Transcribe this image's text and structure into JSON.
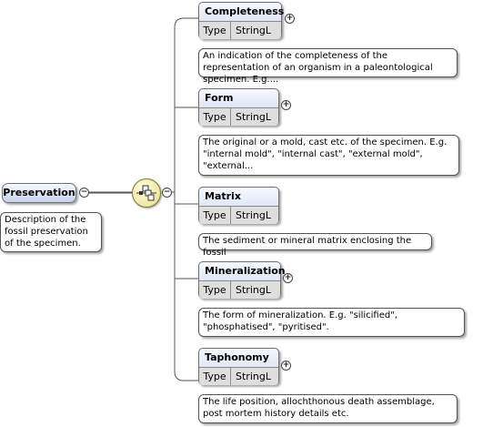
{
  "root": {
    "name": "Preservation",
    "description": "Description of the fossil preservation of the specimen."
  },
  "type_label": "Type",
  "children": [
    {
      "name": "Completeness",
      "type": "StringL",
      "description": "An indication of the completeness of the representation of an organism in a paleontological specimen. E.g...."
    },
    {
      "name": "Form",
      "type": "StringL",
      "description": "The original or a mold, cast etc. of the specimen. E.g. \"internal mold\", \"internal cast\", \"external mold\", \"external..."
    },
    {
      "name": "Matrix",
      "type": "StringL",
      "description": "The sediment or mineral matrix enclosing the fossil"
    },
    {
      "name": "Mineralization",
      "type": "StringL",
      "description": "The form of mineralization. E.g. \"silicified\", \"phosphatised\", \"pyritised\"."
    },
    {
      "name": "Taphonomy",
      "type": "StringL",
      "description": "The life position, allochthonous death assemblage, post mortem history details etc."
    }
  ],
  "toggles": {
    "collapse": "−",
    "expand": "+"
  },
  "icons": [
    "collapse-toggle-icon",
    "expand-toggle-icon",
    "sequence-compositor-icon"
  ]
}
